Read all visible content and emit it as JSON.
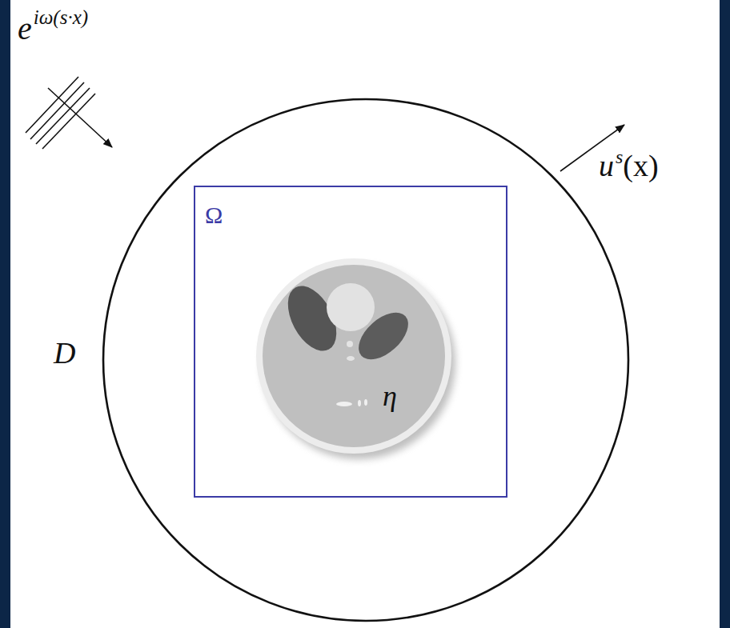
{
  "diagram": {
    "nodes": [
      {
        "text": [
          "D"
        ]
      },
      {
        "text": [
          "Ω"
        ],
        "in": 0
      },
      {
        "text": [
          "η"
        ],
        "in": 1
      }
    ],
    "labels": [
      "e",
      "iω(s·x)",
      "u",
      "s",
      "(x)"
    ]
  }
}
